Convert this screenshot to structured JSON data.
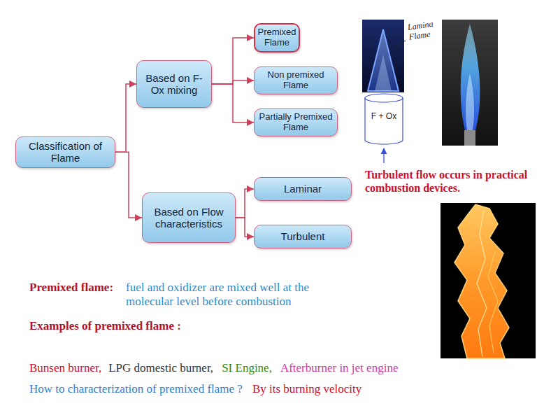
{
  "diagram": {
    "nodes": [
      {
        "text": [
          "Classification of Flame"
        ]
      },
      {
        "text": [
          "Based on F-Ox mixing"
        ]
      },
      {
        "text": [
          "Premixed Flame"
        ]
      },
      {
        "text": [
          "Non premixed Flame"
        ]
      },
      {
        "text": [
          "Partially Premixed Flame"
        ]
      },
      {
        "text": [
          "Based on Flow characteristics"
        ]
      },
      {
        "text": [
          "Laminar"
        ]
      },
      {
        "text": [
          "Turbulent"
        ]
      }
    ],
    "edges": [
      {
        "from": 0,
        "to": 1,
        "arrow": "to"
      },
      {
        "from": 0,
        "to": 5,
        "arrow": "to"
      },
      {
        "from": 1,
        "to": 2,
        "arrow": "to"
      },
      {
        "from": 1,
        "to": 3,
        "arrow": "to"
      },
      {
        "from": 1,
        "to": 4,
        "arrow": "to"
      },
      {
        "from": 5,
        "to": 6,
        "arrow": "to"
      },
      {
        "from": 5,
        "to": 7,
        "arrow": "to"
      }
    ],
    "labels": [
      "Lamina Flame",
      "F + Ox",
      "Turbulent flow occurs in practical combustion devices.",
      "Premixed flame:",
      "fuel and oxidizer are mixed well at the molecular level before combustion",
      "Examples of premixed flame :",
      "Bunsen burner,",
      "LPG domestic burner,",
      "SI Engine,",
      "Afterburner in jet engine",
      "How to characterization of premixed flame ?",
      "By its burning velocity"
    ]
  }
}
